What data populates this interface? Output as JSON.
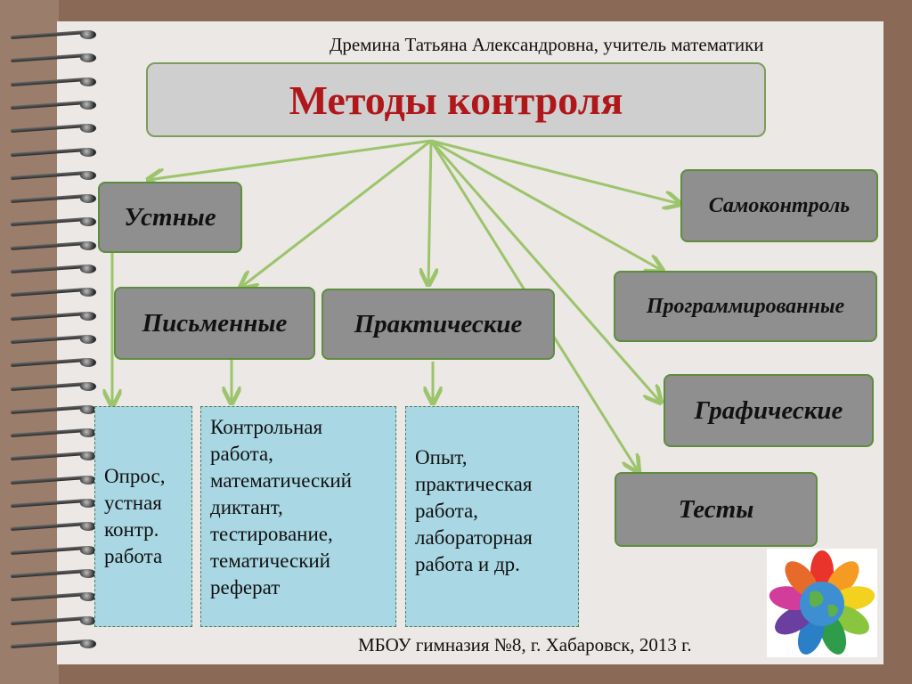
{
  "author": "Дремина Татьяна Александровна, учитель математики",
  "title": "Методы контроля",
  "categories": {
    "oral": "Устные",
    "written": "Письменные",
    "practical": "Практические",
    "self_control": "Самоконтроль",
    "programmed": "Программированные",
    "graphic": "Графические",
    "tests": "Тесты"
  },
  "details": {
    "oral": [
      "Опрос,",
      "устная",
      "контр.",
      "работа"
    ],
    "written": [
      "Контрольная",
      "работа,",
      "математический",
      "диктант,",
      "тестирование,",
      "тематический",
      "реферат"
    ],
    "practical": [
      "Опыт,",
      "практическая",
      "работа,",
      "лабораторная",
      "работа и др."
    ]
  },
  "footer": "МБОУ гимназия №8, г. Хабаровск, 2013 г.",
  "colors": {
    "title": "#b0171a",
    "arrow": "#9cc46a",
    "box": "#8f8f8f",
    "detail_box": "#a9d7e4"
  },
  "icons": {
    "emblem": "globe-with-colorful-hands"
  }
}
